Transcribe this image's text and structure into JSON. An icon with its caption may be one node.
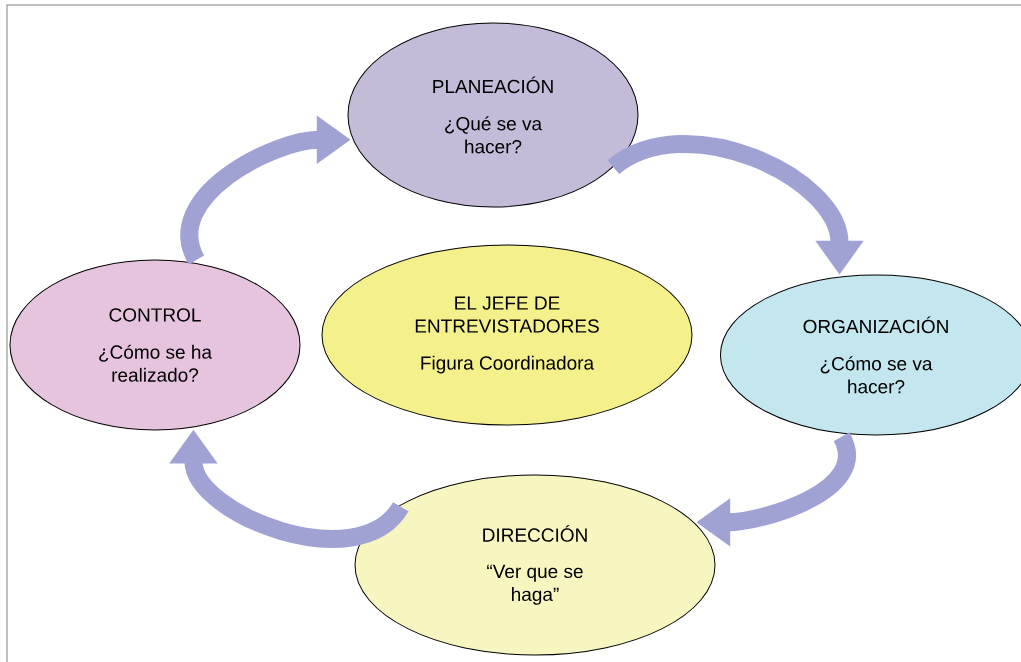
{
  "diagram": {
    "nodes": [
      {
        "text": [
          "PLANEACIÓN",
          "¿Qué se va hacer?"
        ]
      },
      {
        "text": [
          "ORGANIZACIÓN",
          "¿Cómo se va hacer?"
        ]
      },
      {
        "text": [
          "DIRECCIÓN",
          "“Ver que se haga”"
        ]
      },
      {
        "text": [
          "CONTROL",
          "¿Cómo se ha realizado?"
        ]
      },
      {
        "text": [
          "EL JEFE DE ENTREVISTADORES",
          "Figura Coordinadora"
        ]
      }
    ],
    "edges": [
      {
        "from": 0,
        "to": 1,
        "arrow": "to"
      },
      {
        "from": 1,
        "to": 2,
        "arrow": "to"
      },
      {
        "from": 2,
        "to": 3,
        "arrow": "to"
      },
      {
        "from": 3,
        "to": 0,
        "arrow": "to"
      }
    ]
  }
}
